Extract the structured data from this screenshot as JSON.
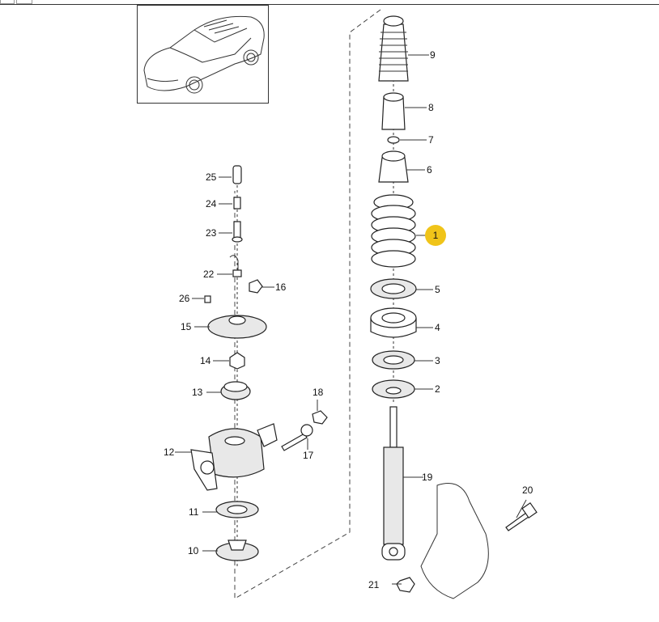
{
  "diagram": {
    "highlighted_part": "1",
    "highlight_color": "#f0c419",
    "callouts": [
      "1",
      "2",
      "3",
      "4",
      "5",
      "6",
      "7",
      "8",
      "9",
      "10",
      "11",
      "12",
      "13",
      "14",
      "15",
      "16",
      "17",
      "18",
      "19",
      "20",
      "21",
      "22",
      "23",
      "24",
      "25",
      "26"
    ]
  }
}
